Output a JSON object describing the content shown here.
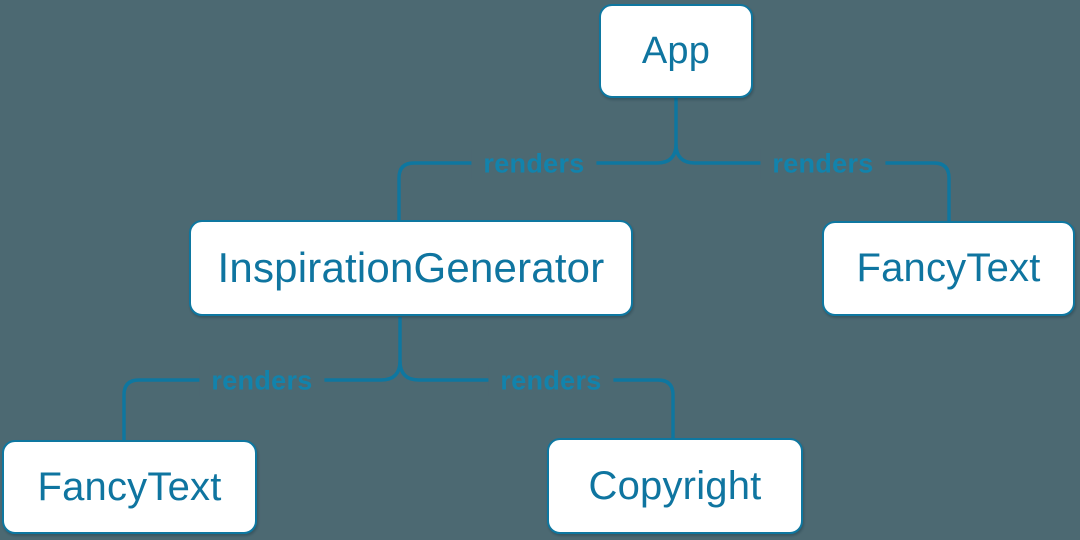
{
  "colors": {
    "background": "#4C6972",
    "accent": "#0E77A0",
    "node_fill": "#FFFFFF",
    "node_text": "#0F75A0",
    "edge_label_text": "#1283AC"
  },
  "diagram": {
    "type": "component-render-tree",
    "nodes": [
      {
        "id": "app",
        "label": "App"
      },
      {
        "id": "inspiration-generator",
        "label": "InspirationGenerator"
      },
      {
        "id": "fancy-text-top",
        "label": "FancyText"
      },
      {
        "id": "fancy-text-bottom",
        "label": "FancyText"
      },
      {
        "id": "copyright",
        "label": "Copyright"
      }
    ],
    "edges": [
      {
        "from": "App",
        "to": "InspirationGenerator",
        "label": "renders"
      },
      {
        "from": "App",
        "to": "FancyText",
        "label": "renders"
      },
      {
        "from": "InspirationGenerator",
        "to": "FancyText",
        "label": "renders"
      },
      {
        "from": "InspirationGenerator",
        "to": "Copyright",
        "label": "renders"
      }
    ]
  }
}
